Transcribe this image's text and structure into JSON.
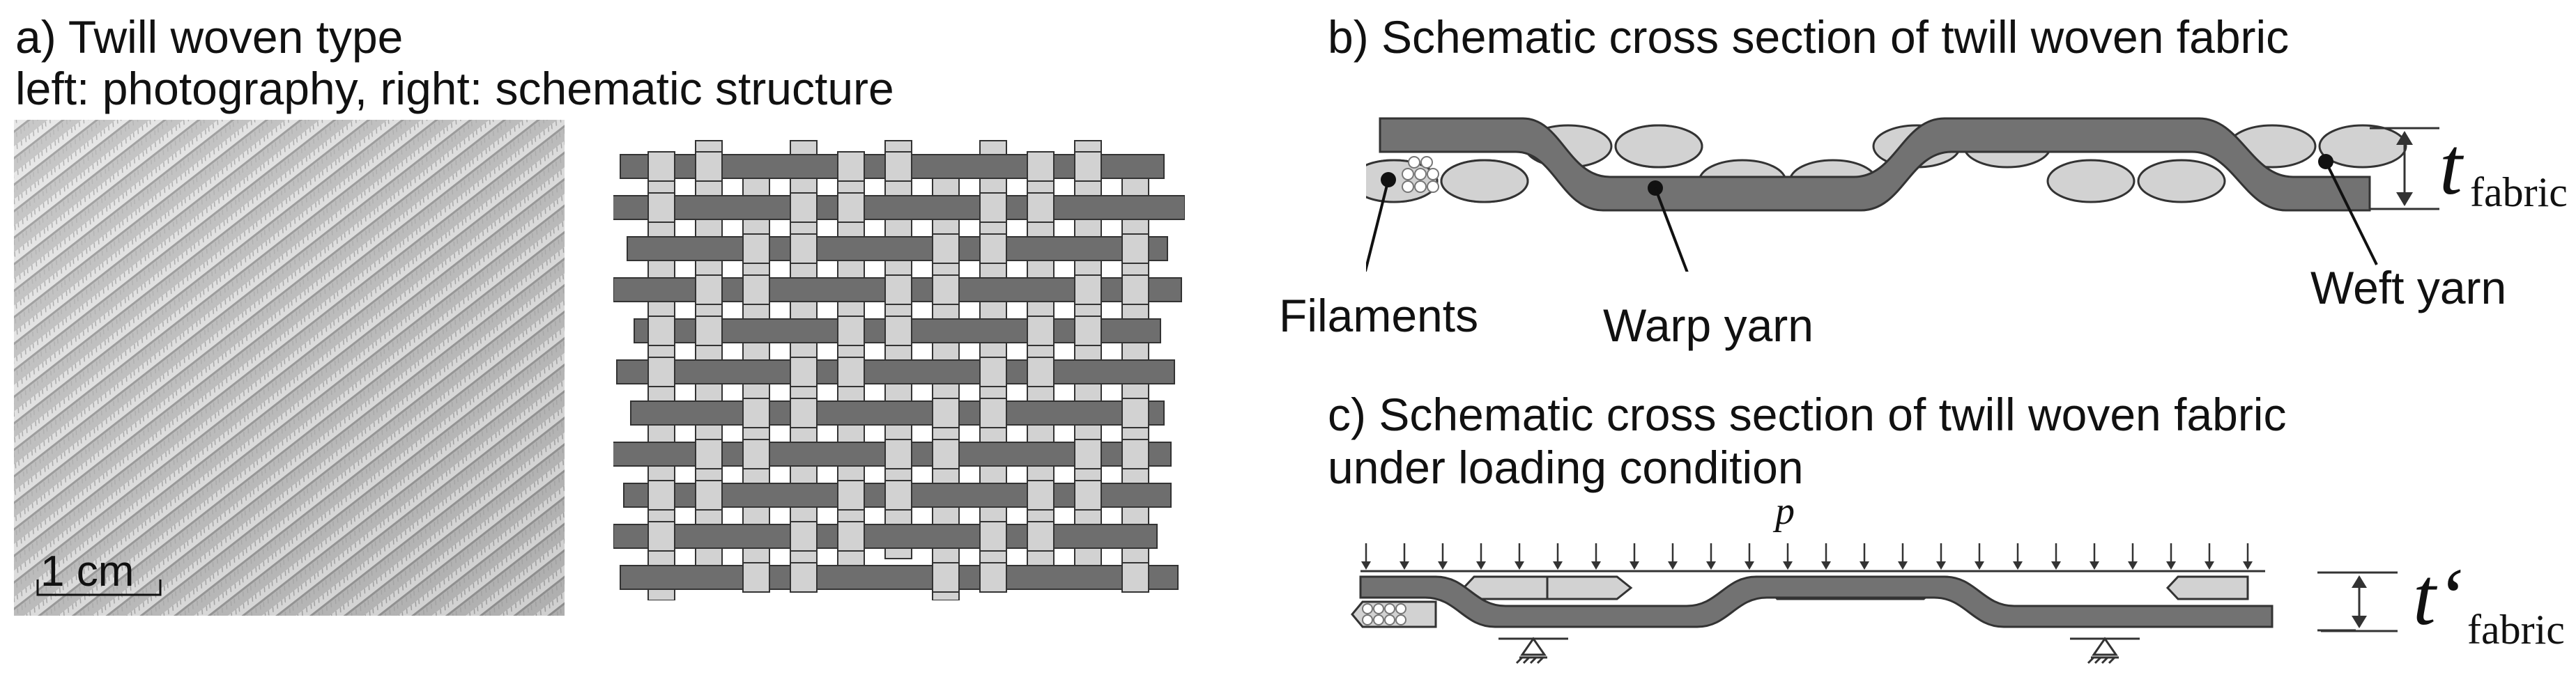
{
  "panel_a": {
    "title": "a) Twill woven type",
    "subtitle": "left: photography, right: schematic structure",
    "scale_label": "1 cm"
  },
  "panel_b": {
    "title": "b) Schematic cross section of twill woven fabric",
    "label_filaments": "Filaments",
    "label_warp": "Warp yarn",
    "label_weft": "Weft yarn",
    "thickness_symbol": "t",
    "thickness_subscript": "fabric"
  },
  "panel_c": {
    "title_line1": "c) Schematic cross section of twill woven fabric",
    "title_line2": "under loading condition",
    "load_symbol": "p",
    "thickness_symbol": "t‘",
    "thickness_subscript": "fabric"
  },
  "colors": {
    "warp_dark": "#6e6e6e",
    "weft_light": "#d2d2d2",
    "outline": "#333333",
    "photo_base": "#c4c4c4"
  }
}
